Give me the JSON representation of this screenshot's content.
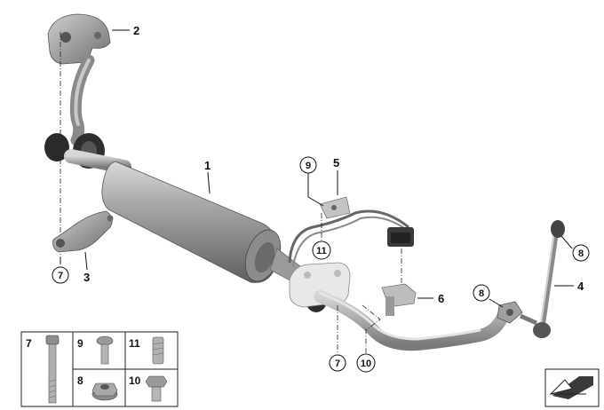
{
  "diagram": {
    "callouts": {
      "c1": "1",
      "c2": "2",
      "c3": "3",
      "c4": "4",
      "c5": "5",
      "c6": "6",
      "c7_left": "7",
      "c7_bottom": "7",
      "c8_right": "8",
      "c8_mid": "8",
      "c9": "9",
      "c10": "10",
      "c11": "11"
    },
    "fastener_kit": {
      "k7": "7",
      "k8": "8",
      "k9": "9",
      "k10": "10",
      "k11": "11"
    },
    "icon": "view-direction-arrow-icon"
  }
}
